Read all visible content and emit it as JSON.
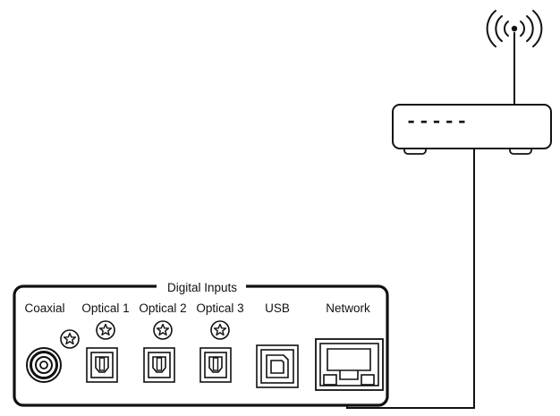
{
  "panel": {
    "title": "Digital Inputs",
    "ports": [
      {
        "label": "Coaxial"
      },
      {
        "label": "Optical 1"
      },
      {
        "label": "Optical 2"
      },
      {
        "label": "Optical 3"
      },
      {
        "label": "USB"
      },
      {
        "label": "Network"
      }
    ]
  },
  "router": {
    "icon": "wireless-router-icon",
    "status_lights": "-----"
  },
  "colors": {
    "stroke": "#111111",
    "background": "#ffffff"
  }
}
